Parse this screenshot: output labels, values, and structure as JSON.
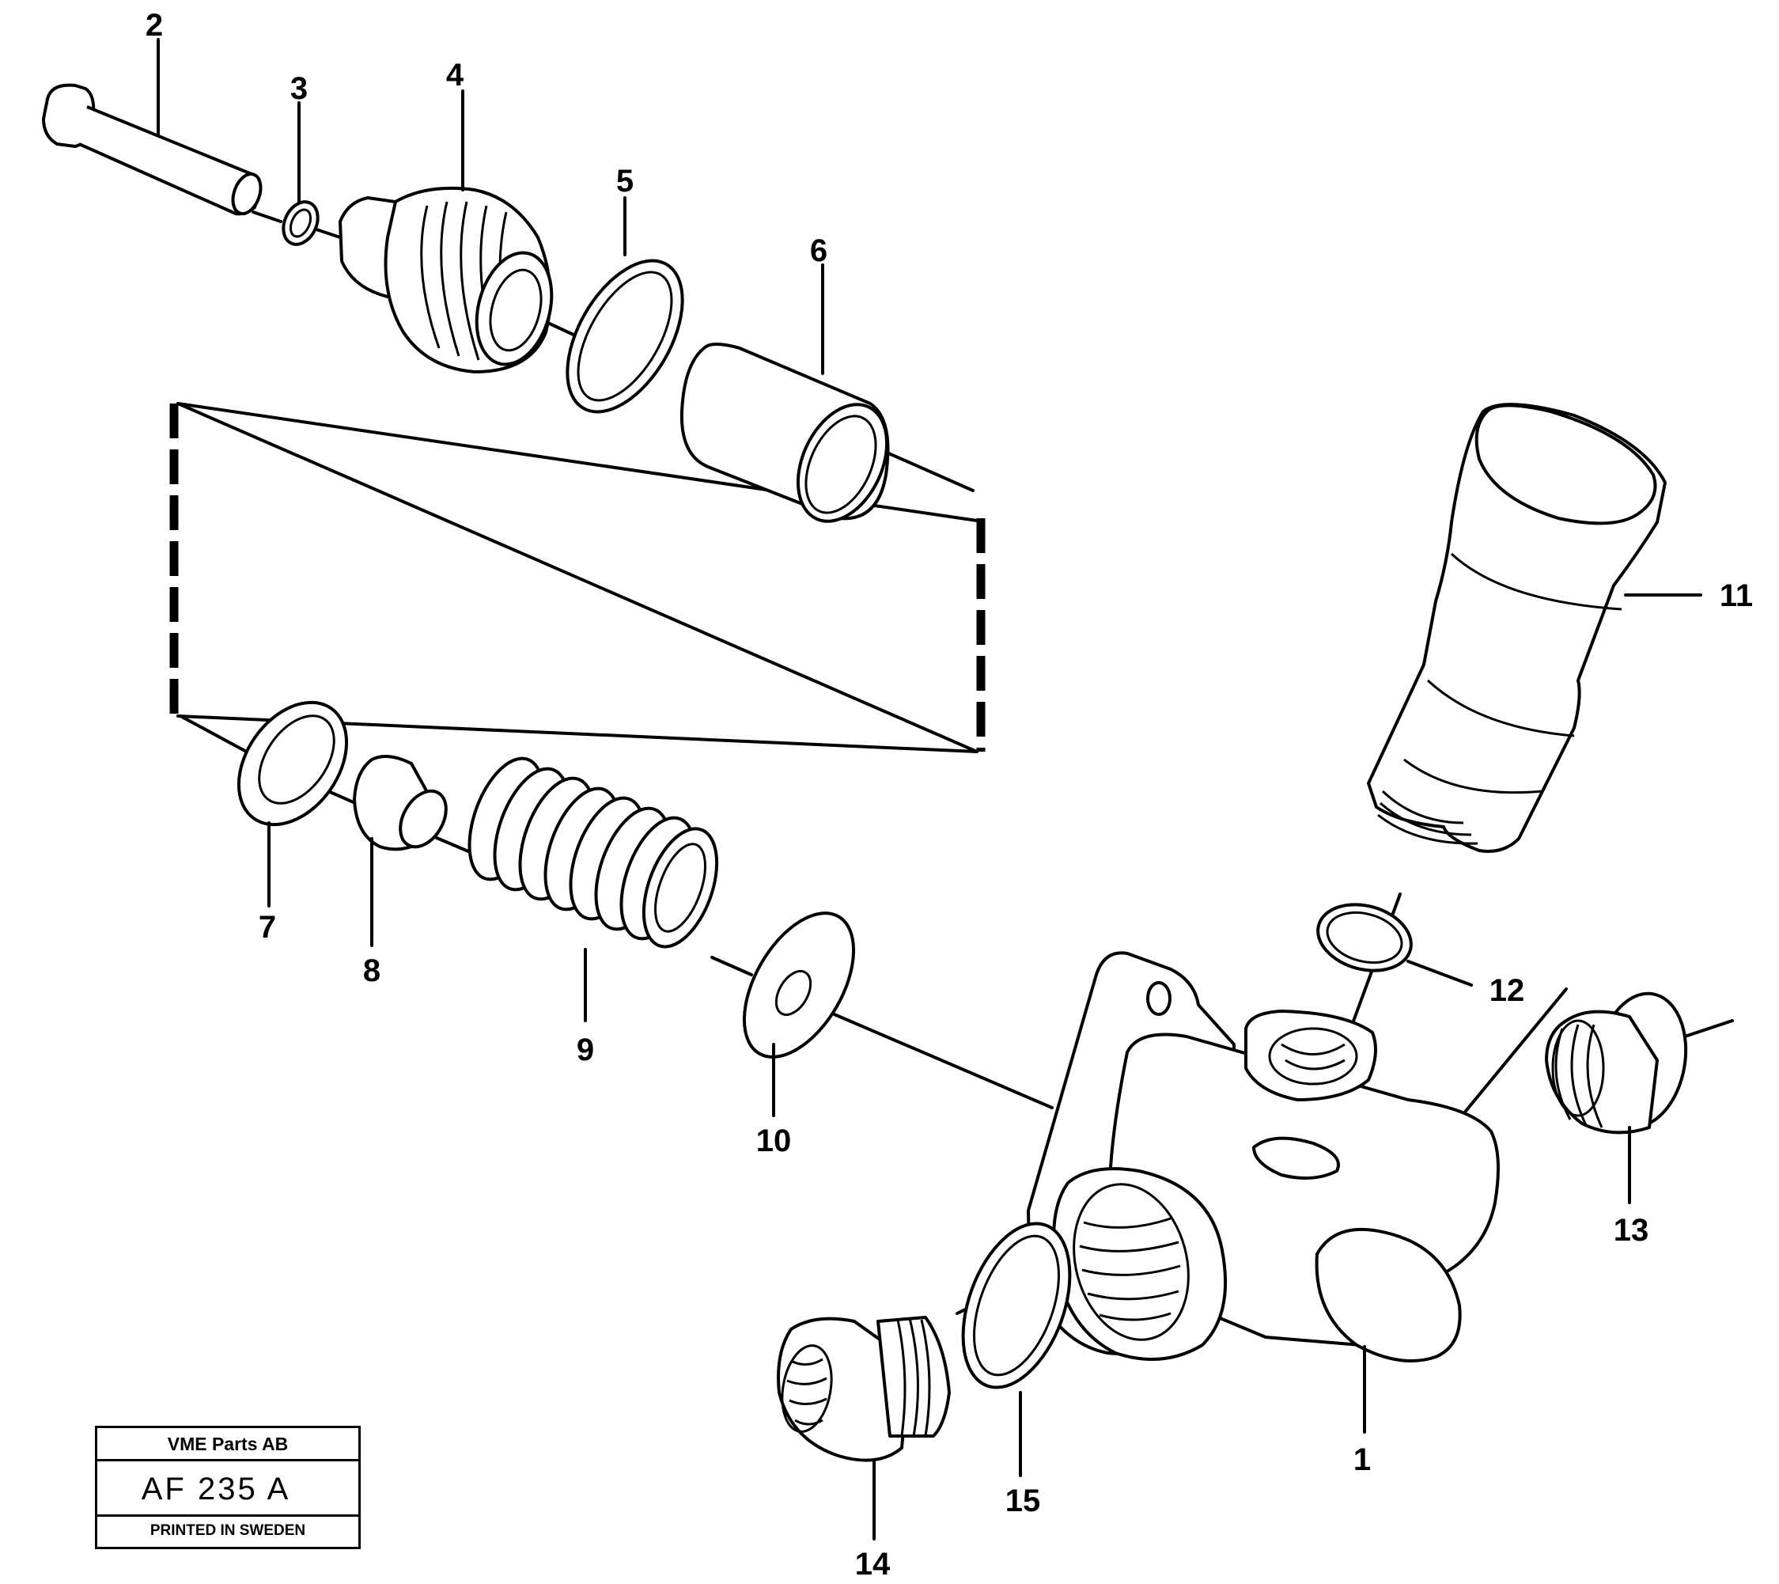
{
  "callouts": [
    {
      "part": "2",
      "label": "2"
    },
    {
      "part": "3",
      "label": "3"
    },
    {
      "part": "4",
      "label": "4"
    },
    {
      "part": "5",
      "label": "5"
    },
    {
      "part": "6",
      "label": "6"
    },
    {
      "part": "7",
      "label": "7"
    },
    {
      "part": "8",
      "label": "8"
    },
    {
      "part": "9",
      "label": "9"
    },
    {
      "part": "10",
      "label": "10"
    },
    {
      "part": "11",
      "label": "11"
    },
    {
      "part": "12",
      "label": "12"
    },
    {
      "part": "13",
      "label": "13"
    },
    {
      "part": "1",
      "label": "1"
    },
    {
      "part": "14",
      "label": "14"
    },
    {
      "part": "15",
      "label": "15"
    }
  ],
  "title_block": {
    "company": "VME Parts AB",
    "drawing_code": "AF 235 A",
    "printed": "PRINTED IN SWEDEN"
  }
}
